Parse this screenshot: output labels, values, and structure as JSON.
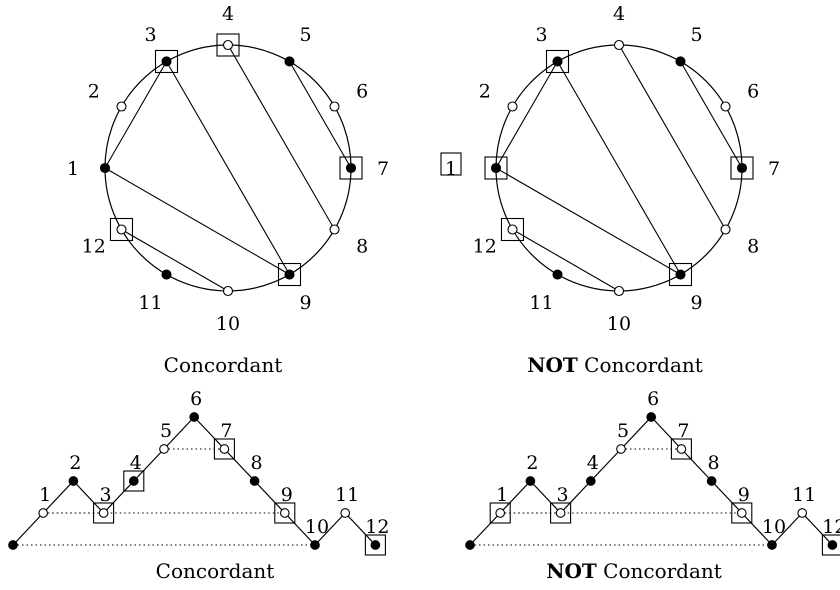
{
  "panels": [
    {
      "id": "circle-concordant",
      "kind": "circle",
      "caption": {
        "bold": "",
        "text": "Concordant"
      },
      "labels": [
        "1",
        "2",
        "3",
        "4",
        "5",
        "6",
        "7",
        "8",
        "9",
        "10",
        "11",
        "12"
      ],
      "filled": [
        1,
        3,
        5,
        7,
        9,
        11
      ],
      "boxed": [
        3,
        4,
        7,
        9,
        12
      ],
      "chords": [
        [
          1,
          3
        ],
        [
          1,
          9
        ],
        [
          3,
          9
        ],
        [
          4,
          8
        ],
        [
          5,
          7
        ],
        [
          10,
          12
        ]
      ]
    },
    {
      "id": "circle-not-concordant",
      "kind": "circle",
      "caption": {
        "bold": "NOT",
        "text": " Concordant"
      },
      "labels": [
        "1",
        "2",
        "3",
        "4",
        "5",
        "6",
        "7",
        "8",
        "9",
        "10",
        "11",
        "12"
      ],
      "filled": [
        1,
        3,
        5,
        7,
        9,
        11
      ],
      "boxed": [
        1,
        3,
        7,
        9,
        12
      ],
      "chords": [
        [
          1,
          3
        ],
        [
          1,
          9
        ],
        [
          3,
          9
        ],
        [
          4,
          8
        ],
        [
          5,
          7
        ],
        [
          10,
          12
        ]
      ]
    },
    {
      "id": "path-concordant",
      "kind": "path",
      "caption": {
        "bold": "",
        "text": "Concordant"
      },
      "labels": [
        "1",
        "2",
        "3",
        "4",
        "5",
        "6",
        "7",
        "8",
        "9",
        "10",
        "11",
        "12"
      ],
      "heights": [
        0,
        1,
        2,
        1,
        2,
        3,
        4,
        3,
        2,
        1,
        0,
        1,
        0
      ],
      "filled": [
        0,
        2,
        4,
        6,
        8,
        10,
        12
      ],
      "boxed": [
        3,
        4,
        7,
        9,
        12
      ],
      "dotted": [
        [
          0,
          10
        ],
        [
          1,
          3
        ],
        [
          1,
          9
        ],
        [
          5,
          7
        ],
        [
          11,
          12
        ]
      ]
    },
    {
      "id": "path-not-concordant",
      "kind": "path",
      "caption": {
        "bold": "NOT",
        "text": " Concordant"
      },
      "labels": [
        "1",
        "2",
        "3",
        "4",
        "5",
        "6",
        "7",
        "8",
        "9",
        "10",
        "11",
        "12"
      ],
      "heights": [
        0,
        1,
        2,
        1,
        2,
        3,
        4,
        3,
        2,
        1,
        0,
        1,
        0
      ],
      "filled": [
        0,
        2,
        4,
        6,
        8,
        10,
        12
      ],
      "boxed": [
        1,
        3,
        7,
        9,
        12
      ],
      "dotted": [
        [
          0,
          10
        ],
        [
          1,
          3
        ],
        [
          1,
          9
        ],
        [
          5,
          7
        ],
        [
          11,
          12
        ]
      ]
    }
  ]
}
